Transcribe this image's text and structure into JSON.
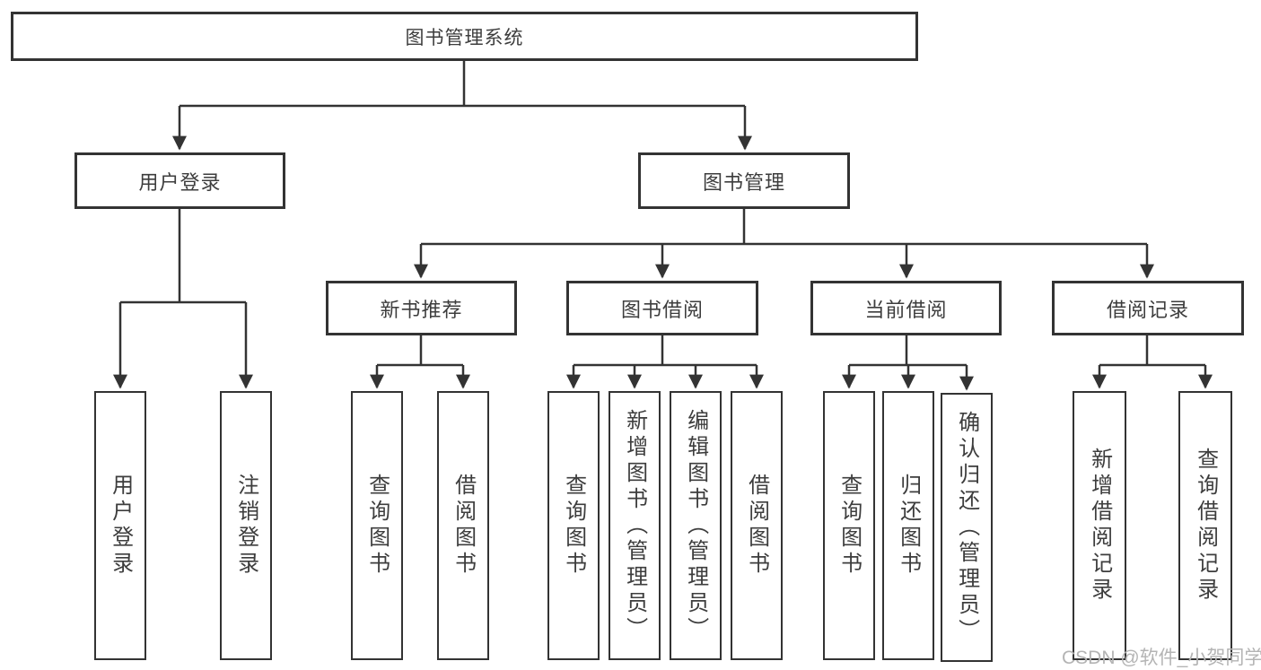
{
  "diagram_type": "functional-structure-tree",
  "tree": {
    "label": "图书管理系统",
    "children": [
      {
        "label": "用户登录",
        "children": [
          {
            "label": "用户登录"
          },
          {
            "label": "注销登录"
          }
        ]
      },
      {
        "label": "图书管理",
        "children": [
          {
            "label": "新书推荐",
            "children": [
              {
                "label": "查询图书"
              },
              {
                "label": "借阅图书"
              }
            ]
          },
          {
            "label": "图书借阅",
            "children": [
              {
                "label": "查询图书"
              },
              {
                "label": "新增图书（管理员）"
              },
              {
                "label": "编辑图书（管理员）"
              },
              {
                "label": "借阅图书"
              }
            ]
          },
          {
            "label": "当前借阅",
            "children": [
              {
                "label": "查询图书"
              },
              {
                "label": "归还图书"
              },
              {
                "label": "确认归还（管理员）"
              }
            ]
          },
          {
            "label": "借阅记录",
            "children": [
              {
                "label": "新增借阅记录"
              },
              {
                "label": "查询借阅记录"
              }
            ]
          }
        ]
      }
    ]
  },
  "watermark": "CSDN @软件_小贺同学",
  "colors": {
    "line": "#333333",
    "box_border": "#333333",
    "text": "#3d3d3d",
    "background": "#ffffff",
    "watermark": "#b4b4b4"
  }
}
